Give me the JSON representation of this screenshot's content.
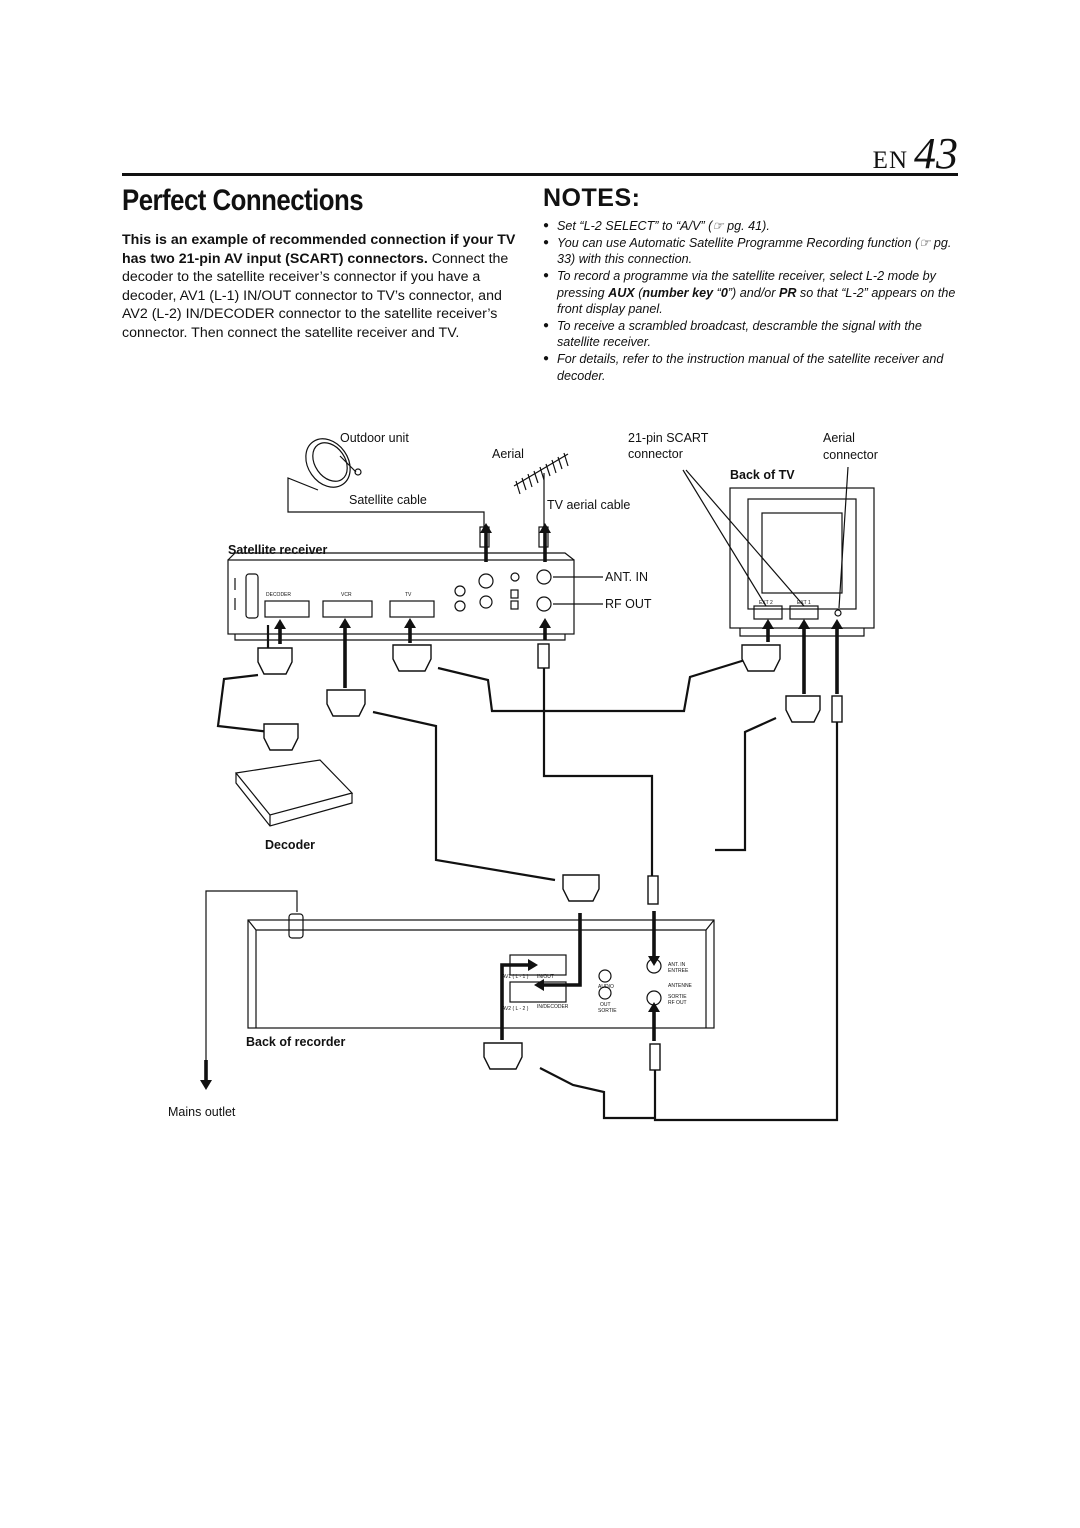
{
  "page": {
    "lang": "EN",
    "number": "43"
  },
  "title": "Perfect Connections",
  "lead": {
    "bold": "This is an example of recommended connection if your TV has two 21-pin AV input (SCART) connectors.",
    "text": "Connect the decoder to the satellite receiver’s connector if you have a decoder, AV1 (L-1) IN/OUT connector to TV’s connector, and AV2 (L-2) IN/DECODER connector to the satellite receiver’s connector. Then connect the satellite receiver and TV."
  },
  "notes": {
    "title": "NOTES:",
    "items": [
      {
        "text": "Set “L-2 SELECT” to “A/V” (☞ pg. 41)."
      },
      {
        "text": "You can use Automatic Satellite Programme Recording function (☞ pg. 33) with this connection."
      },
      {
        "pre": "To record a programme via the satellite receiver, select L-2 mode by pressing ",
        "b1": "AUX",
        "mid1": " (",
        "b2": "number key",
        "mid2": " “",
        "b3": "0",
        "mid3": "”) and/or ",
        "b4": "PR",
        "post": " so that “L-2” appears on the front display panel."
      },
      {
        "text": "To receive a scrambled broadcast, descramble the signal with the satellite receiver."
      },
      {
        "text": "For details, refer to the instruction manual of the satellite receiver and decoder."
      }
    ]
  },
  "diagram": {
    "outdoor_unit": "Outdoor unit",
    "satellite_cable": "Satellite cable",
    "aerial": "Aerial",
    "scart_l1": "21-pin SCART",
    "scart_l2": "connector",
    "aerial_conn_l1": "Aerial",
    "aerial_conn_l2": "connector",
    "back_of_tv": "Back of TV",
    "tv_aerial_cable": "TV aerial cable",
    "satellite_receiver": "Satellite receiver",
    "ant_in": "ANT. IN",
    "rf_out": "RF OUT",
    "decoder": "Decoder",
    "back_of_recorder": "Back of recorder",
    "mains_outlet": "Mains outlet",
    "rx_decoder": "DECODER",
    "rx_vcr": "VCR",
    "rx_tv": "TV",
    "tv_ext2": "EXT 2",
    "tv_ext1": "EXT 1",
    "rec_av1": "AV1 ( L - 1 )",
    "rec_av2": "AV2 ( L - 2 )",
    "rec_antin": "ANT. IN",
    "rec_entree": "ENTREE",
    "rec_antenne": "ANTENNE",
    "rec_sortie": "SORTIE",
    "rec_rfout": "RF OUT",
    "rec_inout": "IN/OUT",
    "rec_indecoder": "IN/DECODER",
    "rec_out": "OUT",
    "rec_sortie2": "SORTIE",
    "rec_audio": "AUDIO"
  }
}
